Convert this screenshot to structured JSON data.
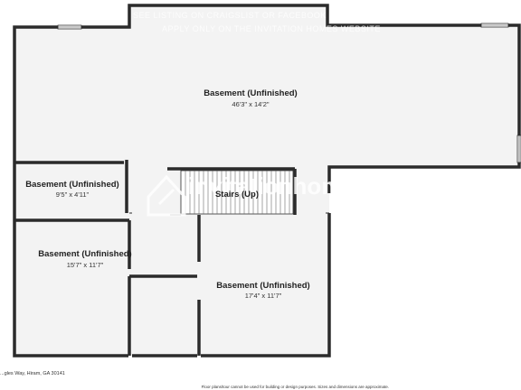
{
  "watermark": {
    "line1": "SEE LISTING ON CRAIGSLIST OR FACEBOOK",
    "line2": "APPLY ONLY ON THE INVITATION HOMES WEBSITE",
    "logo": "invitationhomes"
  },
  "rooms": [
    {
      "name": "Basement (Unfinished)",
      "dims": "46'3\" x 14'2\""
    },
    {
      "name": "Basement (Unfinished)",
      "dims": "9'5\" x 4'11\""
    },
    {
      "name": "Stairs (Up)",
      "dims": ""
    },
    {
      "name": "Basement (Unfinished)",
      "dims": "15'7\" x 11'7\""
    },
    {
      "name": "Basement (Unfinished)",
      "dims": "17'4\" x 11'7\""
    }
  ],
  "footer": {
    "address": "...gles Way, Hiram, GA 30141",
    "disclaimer": "Floor plans/tour cannot be used for building or design purposes. Sizes and dimensions are approximate."
  },
  "colors": {
    "wall": "#2b2b2b",
    "floor": "#f3f3f3",
    "background": "#ffffff"
  }
}
